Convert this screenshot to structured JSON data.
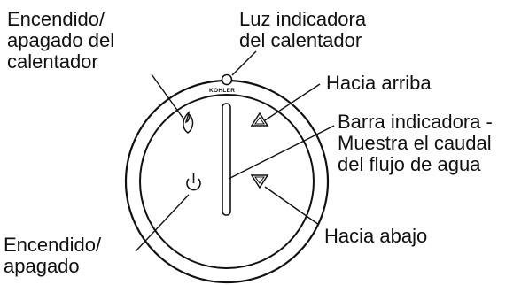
{
  "panel": {
    "brand": "KOHLER"
  },
  "labels": {
    "heater_power": [
      "Encendido/",
      "apagado del",
      "calentador"
    ],
    "heater_light": [
      "Luz indicadora",
      "del calentador"
    ],
    "up": [
      "Hacia arriba"
    ],
    "indicator_bar": [
      "Barra indicadora -",
      "Muestra el caudal",
      "del flujo de agua"
    ],
    "down": [
      "Hacia abajo"
    ],
    "power": [
      "Encendido/",
      "apagado"
    ]
  },
  "icons": {
    "heater": "flame-icon",
    "power": "power-icon",
    "up": "up-triangle-icon",
    "down": "down-triangle-icon"
  },
  "colors": {
    "line": "#111111",
    "background": "#ffffff"
  }
}
